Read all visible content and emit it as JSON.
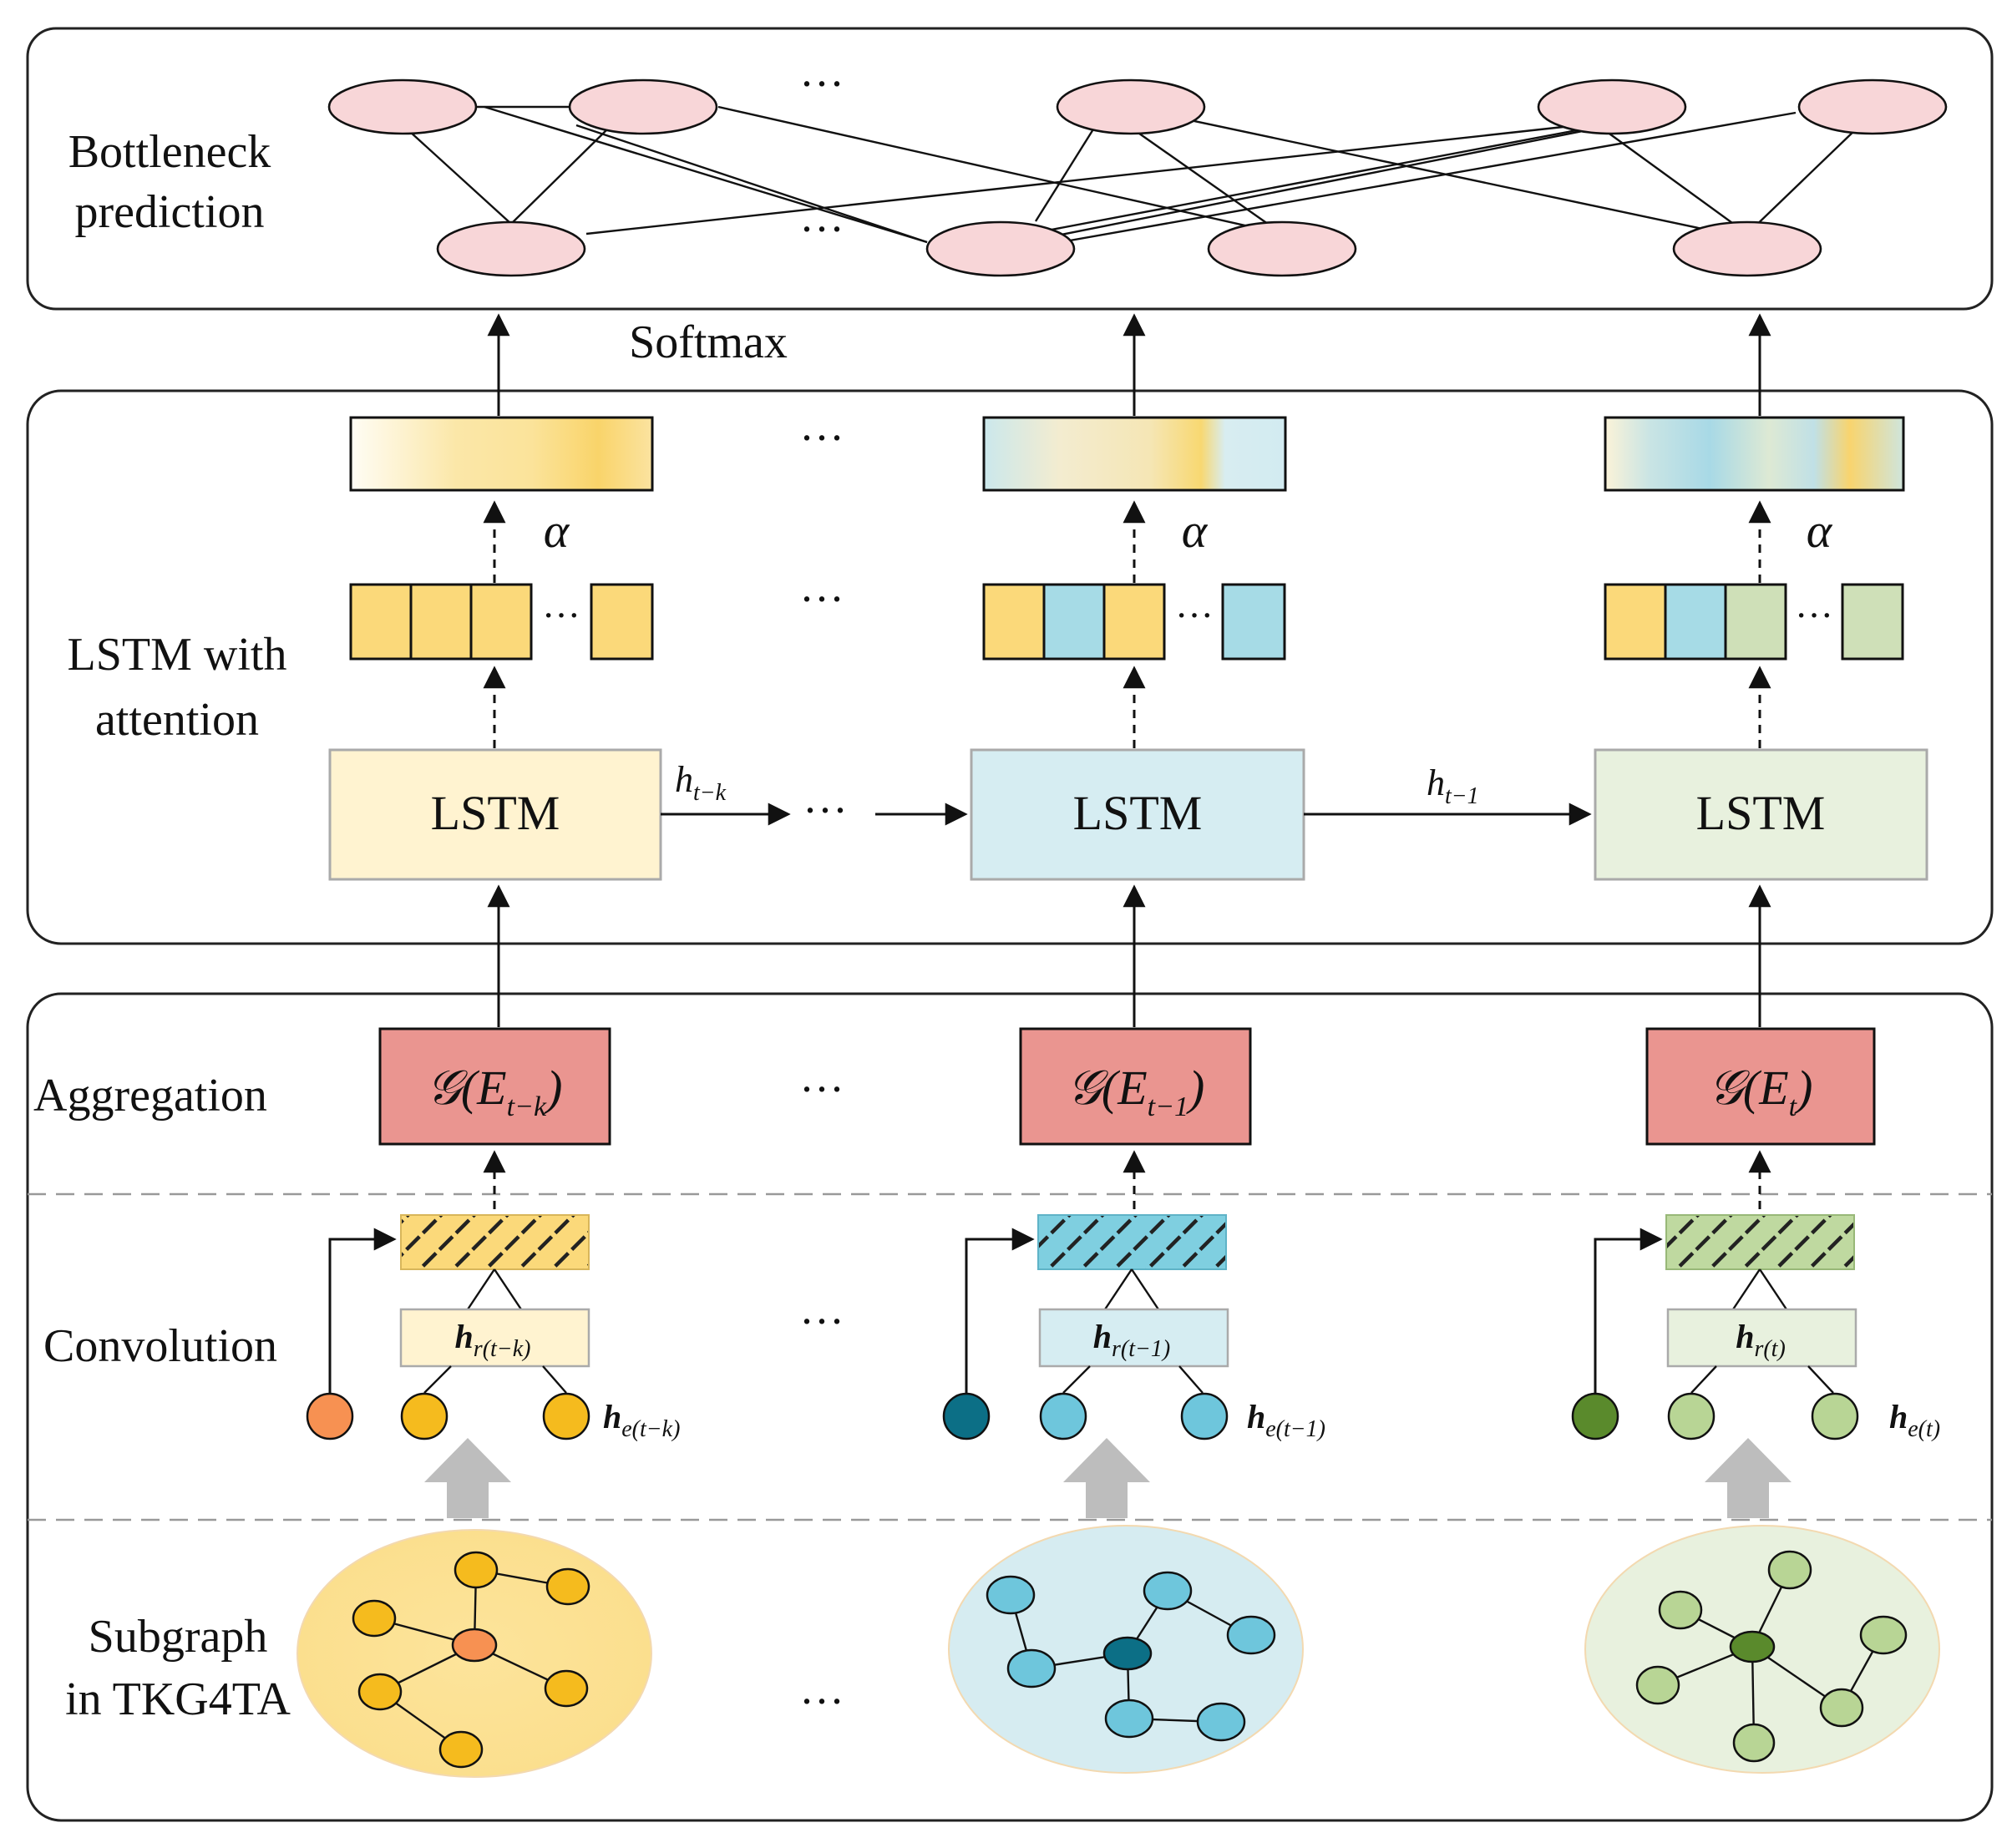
{
  "layers": {
    "bottleneck": "Bottleneck prediction",
    "bottleneck_lines": [
      "Bottleneck",
      "prediction"
    ],
    "lstm_lines": [
      "LSTM with",
      "attention"
    ],
    "aggregation": "Aggregation",
    "convolution": "Convolution",
    "subgraph_lines": [
      "Subgraph",
      "in TKG4TA"
    ]
  },
  "softmax": "Softmax",
  "ellipsis": "···",
  "alpha": "α",
  "lstm_label": "LSTM",
  "hidden_states": {
    "left": "h",
    "left_sub": "t−k",
    "right": "h",
    "right_sub": "t−1"
  },
  "columns": [
    {
      "id": "t-k",
      "agg_main": "𝒢(E",
      "agg_sub": "t−k",
      "agg_close": ")",
      "rel": "h",
      "rel_sub": "r(t−k)",
      "ent": "h",
      "ent_sub": "e(t−k)"
    },
    {
      "id": "t-1",
      "agg_main": "𝒢(E",
      "agg_sub": "t−1",
      "agg_close": ")",
      "rel": "h",
      "rel_sub": "r(t−1)",
      "ent": "h",
      "ent_sub": "e(t−1)"
    },
    {
      "id": "t",
      "agg_main": "𝒢(E",
      "agg_sub": "t",
      "agg_close": ")",
      "rel": "h",
      "rel_sub": "r(t)",
      "ent": "h",
      "ent_sub": "e(t)"
    }
  ],
  "colors": {
    "yellow": "#fbd97a",
    "yellow_light": "#fff3d0",
    "yellow_node": "#f5bb1e",
    "orange_node": "#f79152",
    "blue": "#a6dbe6",
    "blue_light": "#d6edf2",
    "blue_node": "#6ec6dc",
    "blue_dark": "#0c6f86",
    "green": "#cfe0b8",
    "green_light": "#e8f1de",
    "green_node": "#b8d595",
    "green_dark": "#5a8a2c",
    "pink": "#f8d6d8",
    "agg_red": "#ea9590"
  }
}
